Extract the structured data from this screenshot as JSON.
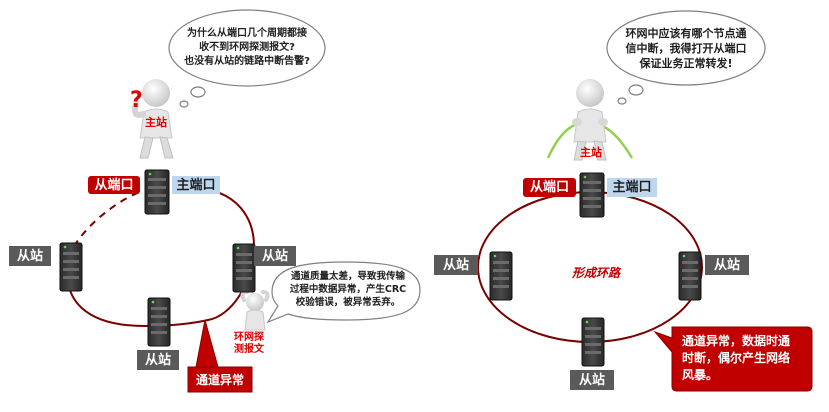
{
  "left": {
    "thought": [
      "为什么从端口几个周期都接",
      "收不到环网探测报文?",
      "也没有从站的链路中断告警?"
    ],
    "master_label": "主站",
    "slave_port": "从端口",
    "master_port": "主端口",
    "station_left": "从站",
    "station_right": "从站",
    "station_bottom": "从站",
    "speech": [
      "通道质量太差，导致我传输",
      "过程中数据异常，产生CRC",
      "校验错误，被异常丢弃。"
    ],
    "probe_label": [
      "环网探",
      "测报文"
    ],
    "channel_note": "通道异常",
    "question_mark": "?"
  },
  "right": {
    "thought": [
      "环网中应该有哪个节点通",
      "信中断，我得打开从端口",
      "保证业务正常转发!"
    ],
    "master_label": "主站",
    "slave_port": "从端口",
    "master_port": "主端口",
    "station_left": "从站",
    "station_right": "从站",
    "station_bottom": "从站",
    "ring_text": "形成环路",
    "note": [
      "通道异常，数据时通",
      "时断，偶尔产生网络",
      "风暴。"
    ]
  },
  "colors": {
    "ring": "#7a0000",
    "alert_red": "#c00000",
    "label_gray": "#5a5a5a",
    "port_blue": "#bdd7ee",
    "cable_green": "#92d050"
  }
}
